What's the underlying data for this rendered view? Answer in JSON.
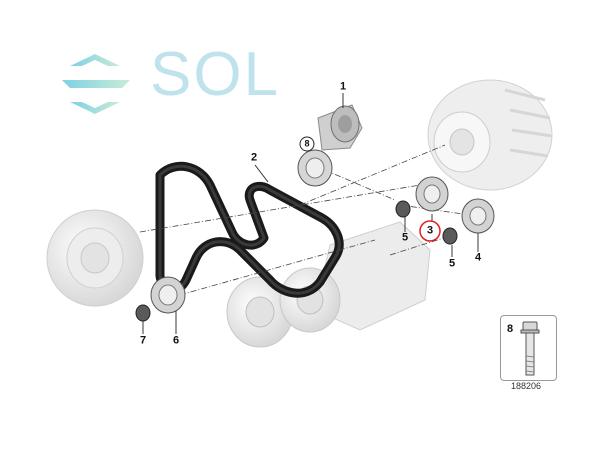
{
  "logo": {
    "text": "SOL",
    "icon": "sol-swoosh-logo",
    "color": "#a9dcea"
  },
  "callouts": {
    "c1": "1",
    "c2": "2",
    "c3": "3",
    "c4": "4",
    "c5a": "5",
    "c5b": "5",
    "c6": "6",
    "c7": "7",
    "c8": "8"
  },
  "legend": {
    "part_number": "8",
    "part": "bolt-icon"
  },
  "reference": "188206",
  "highlight_color": "#e02020"
}
